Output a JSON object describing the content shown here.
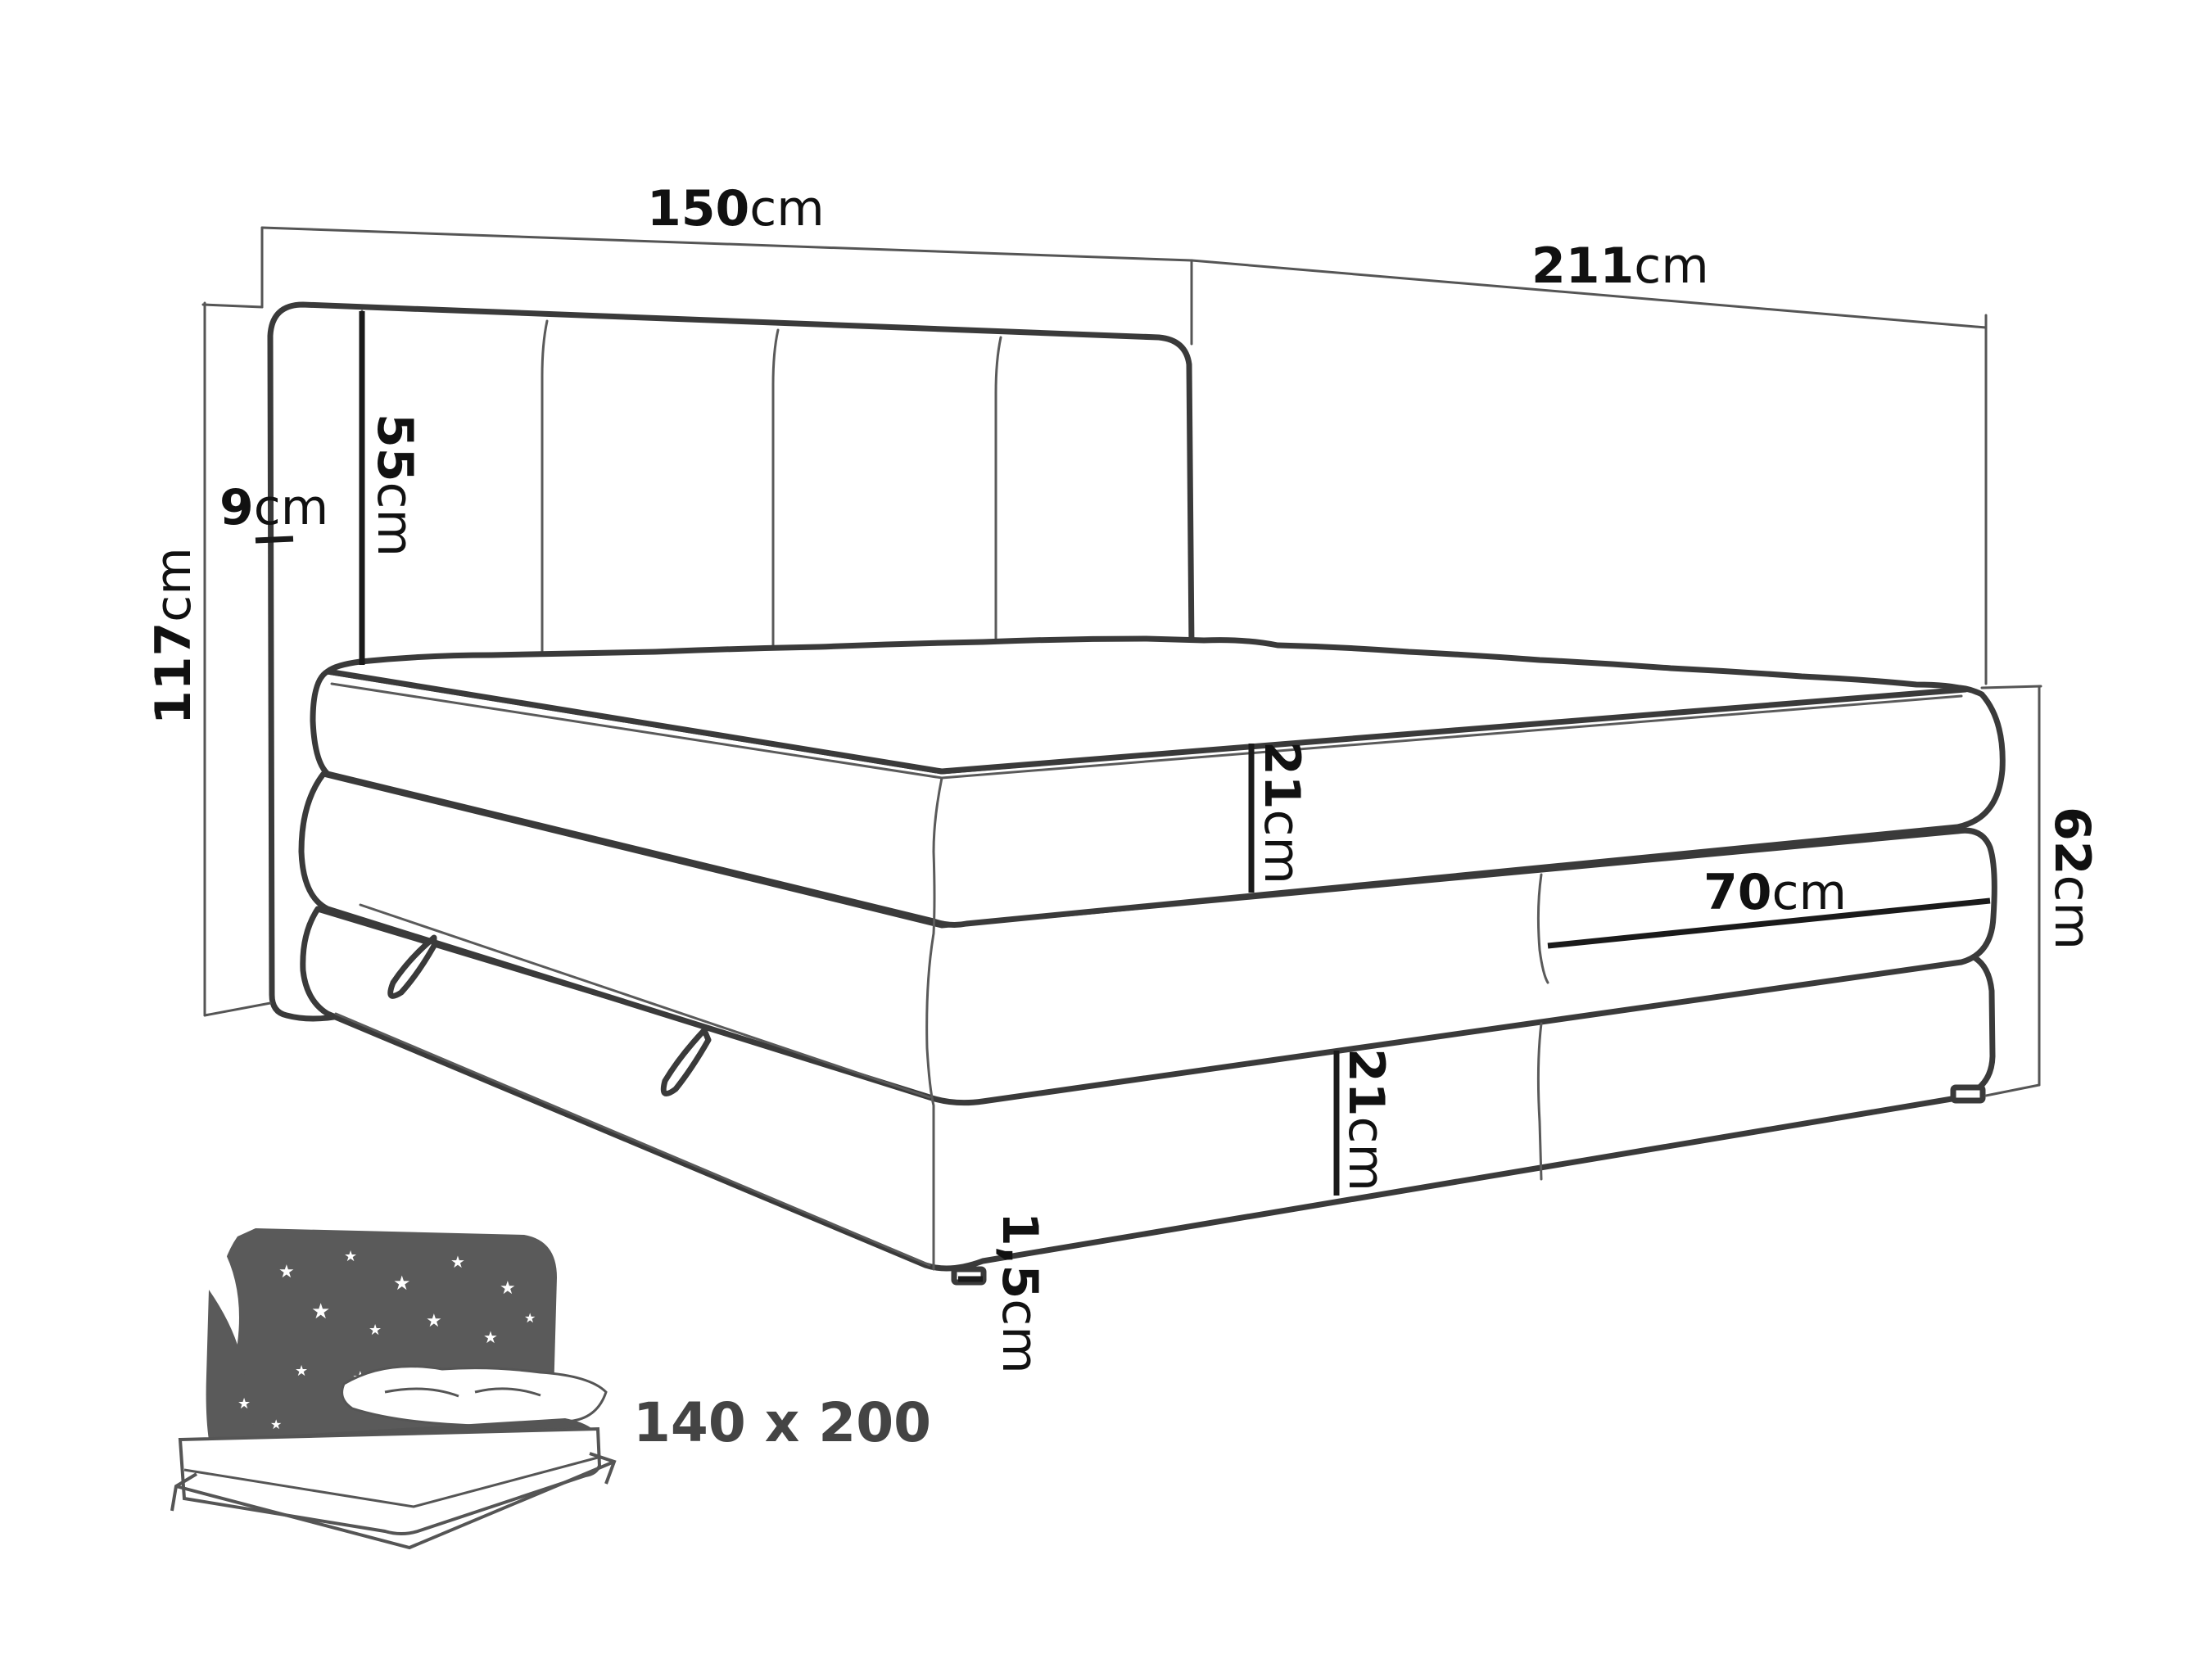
{
  "dimensions": {
    "width": {
      "value": "150",
      "unit": "cm"
    },
    "length": {
      "value": "211",
      "unit": "cm"
    },
    "total_height": {
      "value": "117",
      "unit": "cm"
    },
    "headboard_thickness": {
      "value": "9",
      "unit": "cm"
    },
    "headboard_height": {
      "value": "55",
      "unit": "cm"
    },
    "mattress_height": {
      "value": "21",
      "unit": "cm"
    },
    "bed_height": {
      "value": "62",
      "unit": "cm"
    },
    "storage_width": {
      "value": "70",
      "unit": "cm"
    },
    "base_height": {
      "value": "21",
      "unit": "cm"
    },
    "feet_height": {
      "value": "1,5",
      "unit": "cm"
    }
  },
  "mattress_size": "140 x 200",
  "icons": {
    "mattress_icon": "mattress-with-stars-icon"
  },
  "colors": {
    "outline": "#3a3a3a",
    "text": "#111111",
    "icon_fill": "#555555"
  }
}
